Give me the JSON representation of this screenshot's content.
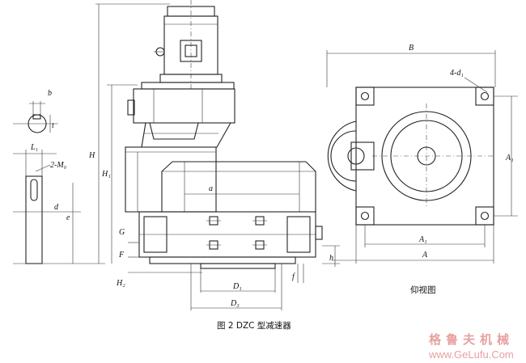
{
  "drawing": {
    "caption": "图 2 DZC 型减速器",
    "bottom_view_label": "仰视图",
    "dims": {
      "b": "b",
      "t": "t",
      "L1": "L₁",
      "M0": "2-M₀",
      "d": "d",
      "e": "e",
      "H": "H",
      "H1": "H₁",
      "a": "a",
      "G": "G",
      "F": "F",
      "H2": "H₂",
      "D1": "D₁",
      "D3": "D₃",
      "f": "f",
      "h": "h",
      "B": "B",
      "four_d1": "4-d₁",
      "A1v": "A₁",
      "A1": "A₁",
      "A": "A"
    }
  },
  "watermark": {
    "brand": "格鲁夫机械",
    "url": "www.GeLufu.Com"
  }
}
